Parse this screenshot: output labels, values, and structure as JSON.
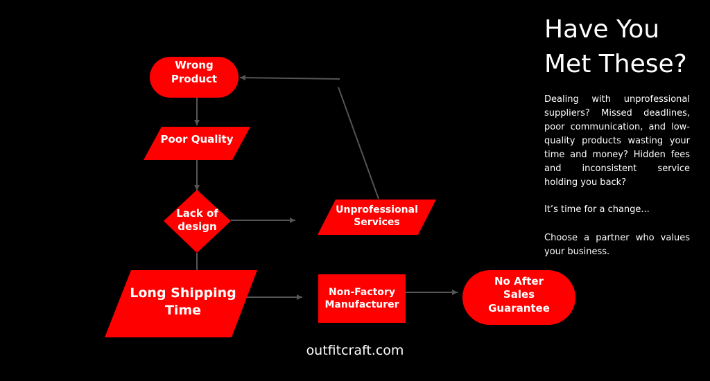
{
  "colors": {
    "background": "#000000",
    "node_fill": "#ff0000",
    "text": "#ffffff",
    "edge": "#555555"
  },
  "nodes": {
    "wrong_product": "Wrong\nProduct",
    "poor_quality": "Poor Quality",
    "lack_of_design": "Lack of\ndesign",
    "long_shipping": "Long Shipping\nTime",
    "non_factory": "Non-Factory\nManufacturer",
    "no_after_sales": "No After\nSales\nGuarantee",
    "unprofessional": "Unprofessional\nServices"
  },
  "sidebar": {
    "title": "Have You\nMet These?",
    "paragraph1": "Dealing with unprofessional suppliers? Missed deadlines, poor communication, and low-quality products wasting your time and money? Hidden fees and inconsistent service holding you back?",
    "paragraph2": "It’s time for a change...",
    "paragraph3": "Choose a partner who values your business."
  },
  "footer": {
    "site": "outfitcraft.com"
  }
}
